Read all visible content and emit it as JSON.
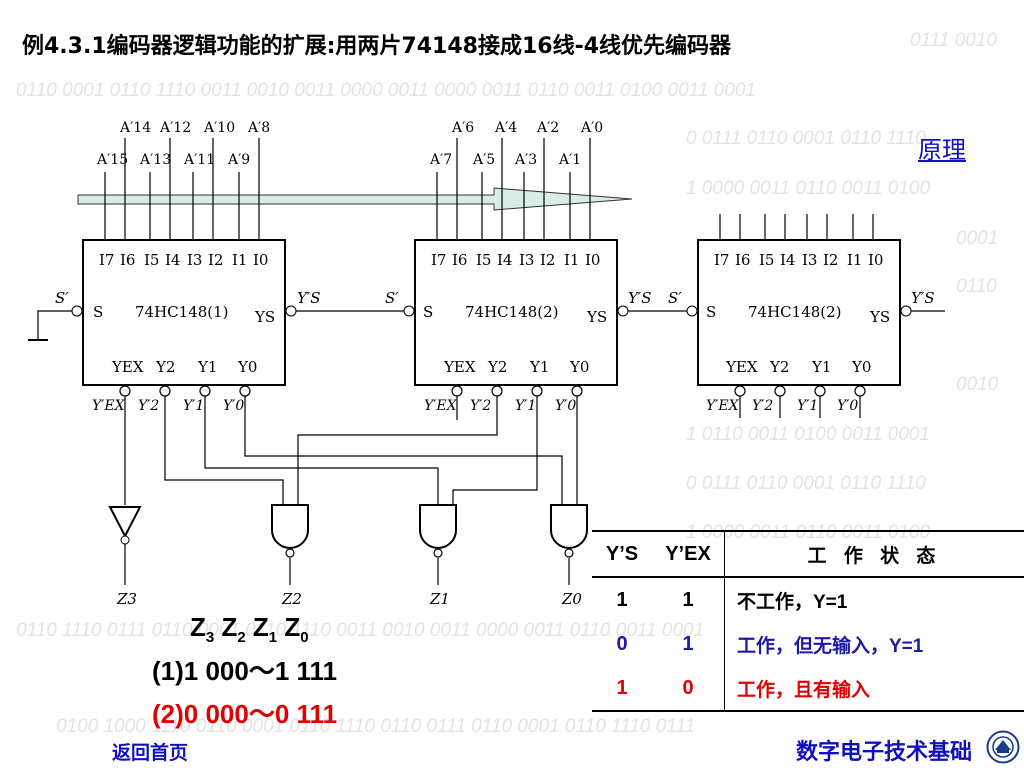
{
  "title": "例4.3.1编码器逻辑功能的扩展:用两片74148接成16线-4线优先编码器",
  "link_principle": "原理",
  "background_binary": [
    "0110 0001 0110 1110 0011 0010 0011 0000 0011 0000 0011 0110 0011 0100 0011 0001",
    "0 0111 0110 0001 0110 1110",
    "1 0000 0011 0110 0011 0100",
    "0001",
    "0110",
    "0010",
    "1 0110 0011 0100 0011 0001",
    "0 0111 0110 0001 0110 1110",
    "1 0000 0011 0110 0011 0100",
    "0110 1110 0111 0110 0001 0110 1110 0011 0010 0011 0000 0011 0110 0011 0001",
    "0100 1000 1110 0110 0001 0110 1110 0110 0111 0110 0001 0110 1110 0111",
    "0111 0010"
  ],
  "circuit": {
    "chip1": {
      "name": "74HC148(1)",
      "inputs_top": [
        "A′14",
        "A′12",
        "A′10",
        "A′8"
      ],
      "inputs_bottom": [
        "A′15",
        "A′13",
        "A′11",
        "A′9"
      ]
    },
    "chip2": {
      "name": "74HC148(2)",
      "inputs_top": [
        "A′6",
        "A′4",
        "A′2",
        "A′0"
      ],
      "inputs_bottom": [
        "A′7",
        "A′5",
        "A′3",
        "A′1"
      ]
    },
    "chip3": {
      "name": "74HC148(2)"
    },
    "pins_in": [
      "I7",
      "I6",
      "I5",
      "I4",
      "I3",
      "I2",
      "I1",
      "I0"
    ],
    "pins_out": [
      "YEX",
      "Y2",
      "Y1",
      "Y0"
    ],
    "s_label": "S",
    "ys_label": "YS",
    "s_prime": "S′",
    "ys_prime": "Y′S",
    "out_prime": [
      "Y′EX",
      "Y′2",
      "Y′1",
      "Y′0"
    ],
    "outputs": [
      "Z3",
      "Z2",
      "Z1",
      "Z0"
    ]
  },
  "z_header": {
    "parts": [
      "Z",
      "3",
      " Z",
      "2",
      " Z",
      "1",
      " Z",
      "0"
    ]
  },
  "range1": "(1)1 000～1 111",
  "range2": "(2)0 000～0 111",
  "table": {
    "headers": [
      "Y’S",
      "Y’EX",
      "工 作 状 态"
    ],
    "rows": [
      {
        "ys": "1",
        "yex": "1",
        "state": "不工作，Y=1",
        "color": "#000000"
      },
      {
        "ys": "0",
        "yex": "1",
        "state": "工作，但无输入，Y=1",
        "color": "#1a1aa6"
      },
      {
        "ys": "1",
        "yex": "0",
        "state": "工作，且有输入",
        "color": "#e00000"
      }
    ]
  },
  "link_home": "返回首页",
  "footer_brand": "数字电子技术基础",
  "colors": {
    "link": "#1010c0",
    "red": "#e00000",
    "arrow_fill": "#d8ece8",
    "watermark": "#e3e3e3"
  }
}
